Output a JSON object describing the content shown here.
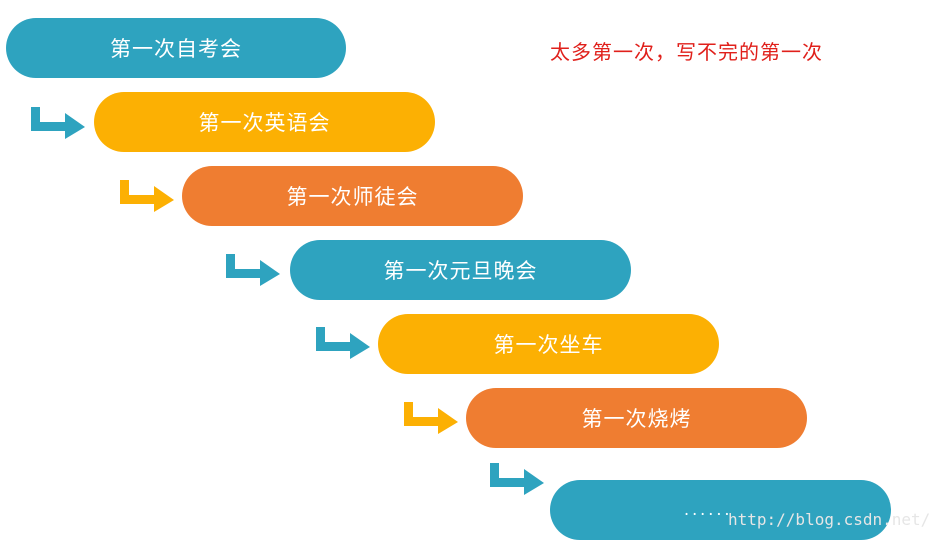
{
  "note": {
    "text": "太多第一次，写不完的第一次",
    "color": "#e0201b"
  },
  "colors": {
    "teal": "#2ea3bf",
    "yellow": "#fcb003",
    "orange": "#ef7d31"
  },
  "steps": [
    {
      "label": "第一次自考会",
      "color": "#2ea3bf"
    },
    {
      "label": "第一次英语会",
      "color": "#fcb003"
    },
    {
      "label": "第一次师徒会",
      "color": "#ef7d31"
    },
    {
      "label": "第一次元旦晚会",
      "color": "#2ea3bf"
    },
    {
      "label": "第一次坐车",
      "color": "#fcb003"
    },
    {
      "label": "第一次烧烤",
      "color": "#ef7d31"
    },
    {
      "label": "",
      "color": "#2ea3bf"
    }
  ],
  "arrows": [
    {
      "icon": "bent-arrow-right-icon",
      "color": "#2ea3bf"
    },
    {
      "icon": "bent-arrow-right-icon",
      "color": "#fcb003"
    },
    {
      "icon": "bent-arrow-right-icon",
      "color": "#2ea3bf"
    },
    {
      "icon": "bent-arrow-right-icon",
      "color": "#2ea3bf"
    },
    {
      "icon": "bent-arrow-right-icon",
      "color": "#fcb003"
    },
    {
      "icon": "bent-arrow-right-icon",
      "color": "#2ea3bf"
    }
  ],
  "ellipsis": "......",
  "watermark": "http://blog.csdn.net/"
}
